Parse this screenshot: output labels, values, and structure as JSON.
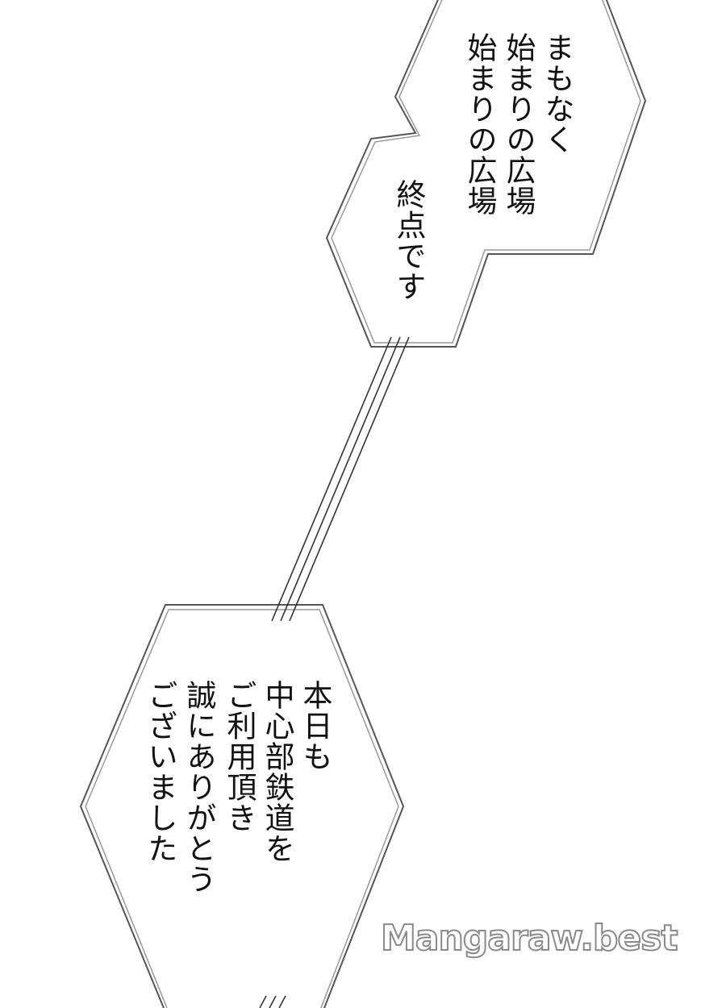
{
  "bubble_top": {
    "lines": [
      "まもなく",
      "始まりの広場",
      "始まりの広場"
    ],
    "sub": "終点です"
  },
  "bubble_bottom": {
    "lines": [
      "本日も",
      "中心部鉄道を",
      "ご利用頂き",
      "誠にありがとう",
      "ございました"
    ]
  },
  "watermark": "Mangaraw.best"
}
